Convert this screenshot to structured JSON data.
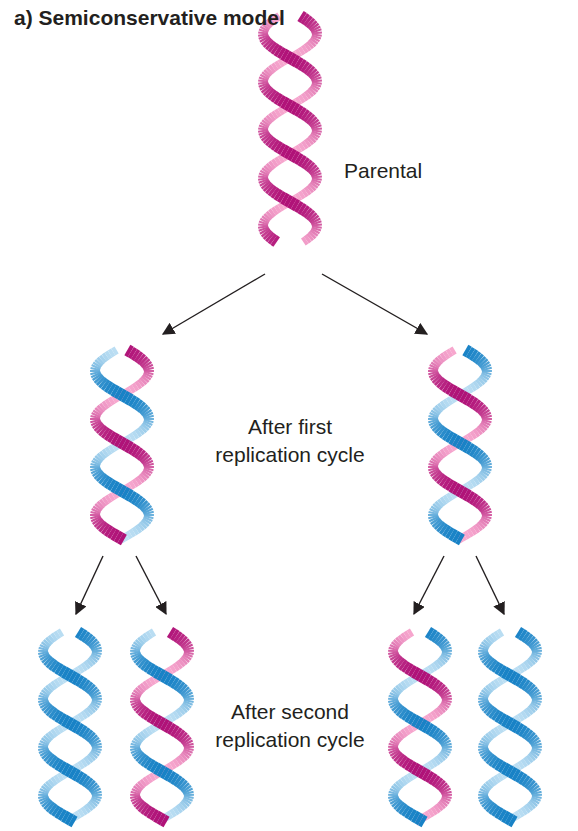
{
  "diagram": {
    "title": "a) Semiconservative model",
    "labels": [
      "Parental",
      "After first replication cycle",
      "After second replication cycle"
    ]
  }
}
